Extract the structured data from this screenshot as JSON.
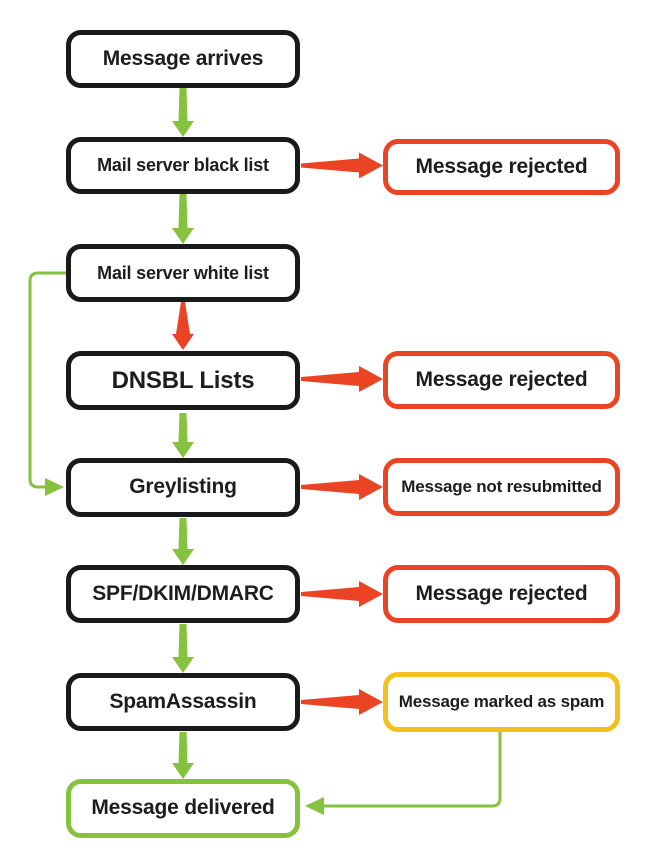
{
  "title": "Email spam filtering flowchart",
  "colors": {
    "green": "#85C33E",
    "red": "#EA4425",
    "yellow": "#F4C01E",
    "black": "#1A1A1A",
    "text": "#1D1D1D",
    "background": "#FFFFFF"
  },
  "nodes": {
    "message_arrives": {
      "label": "Message arrives",
      "border": "black"
    },
    "black_list": {
      "label": "Mail server black list",
      "border": "black"
    },
    "white_list": {
      "label": "Mail server white list",
      "border": "black"
    },
    "dnsbl": {
      "label": "DNSBL Lists",
      "border": "black"
    },
    "greylisting": {
      "label": "Greylisting",
      "border": "black"
    },
    "spf": {
      "label": "SPF/DKIM/DMARC",
      "border": "black"
    },
    "spamassassin": {
      "label": "SpamAssassin",
      "border": "black"
    },
    "delivered": {
      "label": "Message delivered",
      "border": "green"
    },
    "rejected_1": {
      "label": "Message rejected",
      "border": "red"
    },
    "rejected_2": {
      "label": "Message rejected",
      "border": "red"
    },
    "not_resubmitted": {
      "label": "Message not resubmitted",
      "border": "red"
    },
    "rejected_3": {
      "label": "Message rejected",
      "border": "red"
    },
    "marked_spam": {
      "label": "Message marked as spam",
      "border": "yellow"
    }
  },
  "edges": [
    {
      "from": "message_arrives",
      "to": "black_list",
      "color": "green"
    },
    {
      "from": "black_list",
      "to": "rejected_1",
      "color": "red"
    },
    {
      "from": "black_list",
      "to": "white_list",
      "color": "green"
    },
    {
      "from": "white_list",
      "to": "dnsbl",
      "color": "red"
    },
    {
      "from": "white_list",
      "to": "greylisting",
      "color": "green"
    },
    {
      "from": "dnsbl",
      "to": "rejected_2",
      "color": "red"
    },
    {
      "from": "dnsbl",
      "to": "greylisting",
      "color": "green"
    },
    {
      "from": "greylisting",
      "to": "not_resubmitted",
      "color": "red"
    },
    {
      "from": "greylisting",
      "to": "spf",
      "color": "green"
    },
    {
      "from": "spf",
      "to": "rejected_3",
      "color": "red"
    },
    {
      "from": "spf",
      "to": "spamassassin",
      "color": "green"
    },
    {
      "from": "spamassassin",
      "to": "marked_spam",
      "color": "red"
    },
    {
      "from": "spamassassin",
      "to": "delivered",
      "color": "green"
    },
    {
      "from": "marked_spam",
      "to": "delivered",
      "color": "green"
    }
  ]
}
